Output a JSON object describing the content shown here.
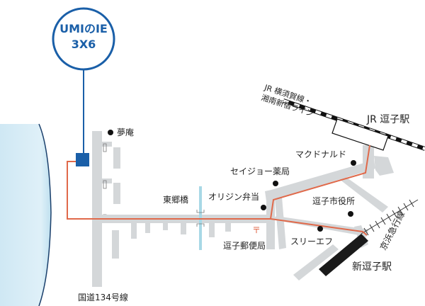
{
  "logo": {
    "line1": "UMIのIE",
    "line2": "3X6"
  },
  "labels": {
    "yume_an": "夢庵",
    "mcdonalds": "マクドナルド",
    "seijo": "セイジョー薬局",
    "origin": "オリジン弁当",
    "higashigobashi": "東郷橋",
    "city_office": "逗子市役所",
    "post_office": "逗子郵便局",
    "three_f": "スリーエフ",
    "jr_zushi": "JR 逗子駅",
    "jr_line_1": "JR 横須賀線・",
    "jr_line_2": "湘南新宿ライン",
    "keihin": "京浜急行線",
    "shin_zushi": "新逗子駅",
    "route134": "国道134号線",
    "post_mark": "〒"
  },
  "colors": {
    "route": "#e0694a",
    "road": "#d4d7d9",
    "sea": "#cfe8f4",
    "brand": "#1a5fa8",
    "river": "#a8d8e6"
  }
}
